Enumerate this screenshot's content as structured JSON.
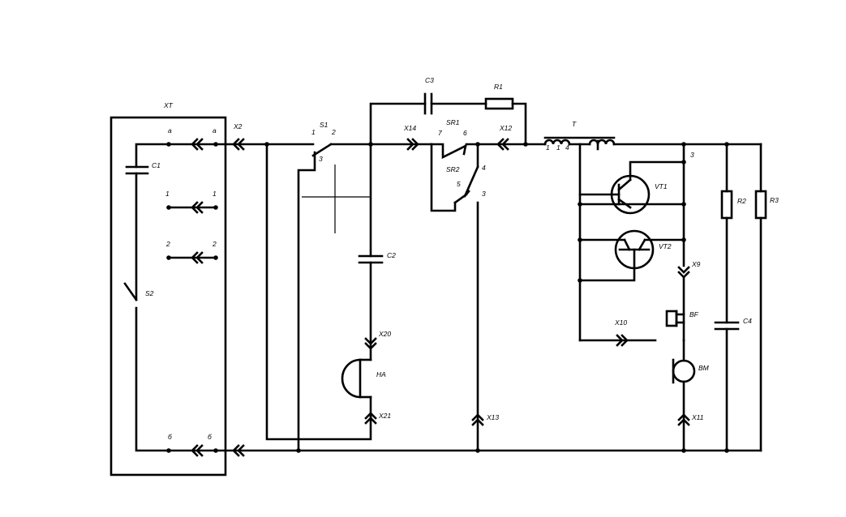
{
  "labels": {
    "XT": "XT",
    "C1": "C1",
    "S2": "S2",
    "a_in": "a",
    "a_out": "a",
    "one_in": "1",
    "one_out": "1",
    "two_in": "2",
    "two_out": "2",
    "b_in": "б",
    "b_out": "б",
    "X2": "X2",
    "S1": "S1",
    "S1_p1": "1",
    "S1_p2": "2",
    "S1_p3": "3",
    "C2": "C2",
    "X20": "X20",
    "HA": "HA",
    "X21": "X21",
    "C3": "C3",
    "R1": "R1",
    "X14": "X14",
    "SR1": "SR1",
    "SR1_p7": "7",
    "SR1_p6": "6",
    "SR2": "SR2",
    "SR2_p4": "4",
    "SR2_p5": "5",
    "SR2_p3": "3",
    "X12": "X12",
    "X13": "X13",
    "T": "T",
    "T_p1": "1",
    "T_p2": "1",
    "T_p4": "4",
    "T_p3": "3",
    "VT1": "VT1",
    "VT2": "VT2",
    "X9": "X9",
    "BF": "BF",
    "X10": "X10",
    "BM": "BM",
    "X11": "X11",
    "R2": "R2",
    "R3": "R3",
    "C4": "C4"
  }
}
